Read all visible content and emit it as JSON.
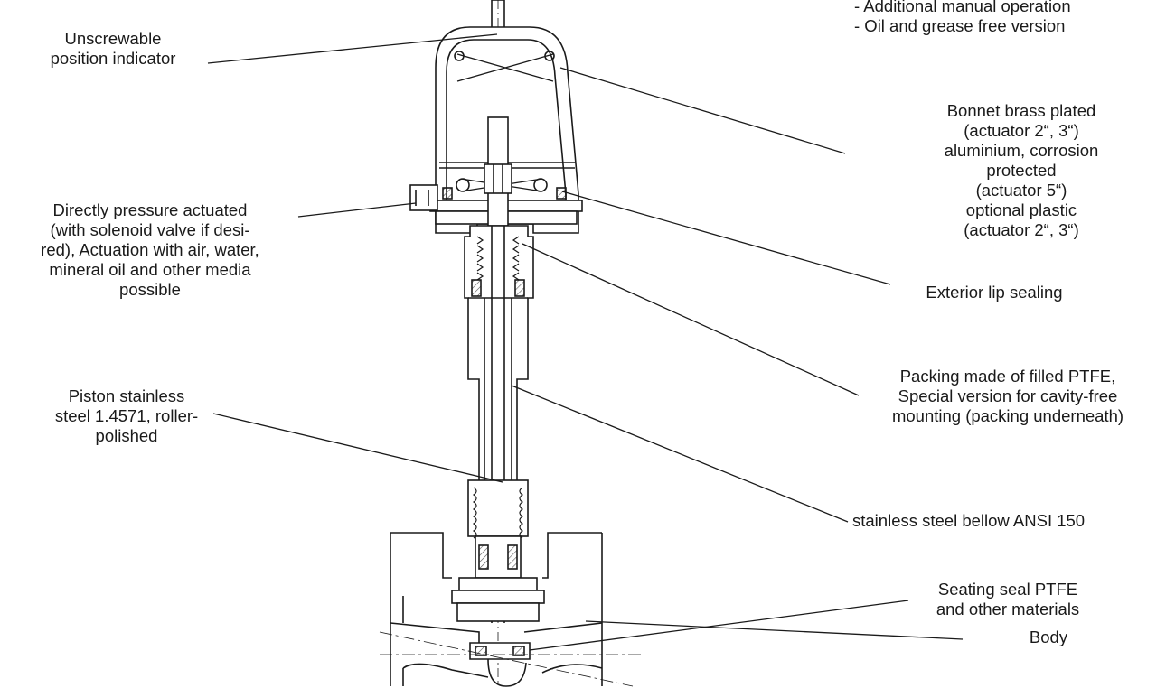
{
  "labels": {
    "top_right": {
      "lines": [
        "- Additional manual operation",
        "- Oil and grease free version"
      ]
    },
    "position_indicator": {
      "lines": [
        "Unscrewable",
        "position indicator"
      ]
    },
    "bonnet": {
      "lines": [
        "Bonnet brass plated",
        "(actuator 2“, 3“)",
        "aluminium, corrosion",
        "protected",
        "(actuator 5“)",
        "optional plastic",
        "(actuator 2“, 3“)"
      ]
    },
    "pressure_actuated": {
      "lines": [
        "Directly pressure actuated",
        "(with solenoid valve if desi-",
        "red), Actuation with  air, water,",
        "mineral oil and other media",
        "possible"
      ]
    },
    "lip_sealing": {
      "lines": [
        "Exterior lip sealing"
      ]
    },
    "packing": {
      "lines": [
        "Packing made of filled PTFE,",
        "Special version for cavity-free",
        "mounting (packing underneath)"
      ]
    },
    "piston": {
      "lines": [
        "Piston stainless",
        "steel 1.4571, roller-",
        "polished"
      ]
    },
    "bellow": {
      "lines": [
        "stainless steel bellow ANSI 150"
      ]
    },
    "seating_seal": {
      "lines": [
        "Seating seal PTFE",
        "and other materials"
      ]
    },
    "body": {
      "lines": [
        "Body"
      ]
    }
  },
  "colors": {
    "ink": "#1a1a1a",
    "hatch": "#555555"
  }
}
